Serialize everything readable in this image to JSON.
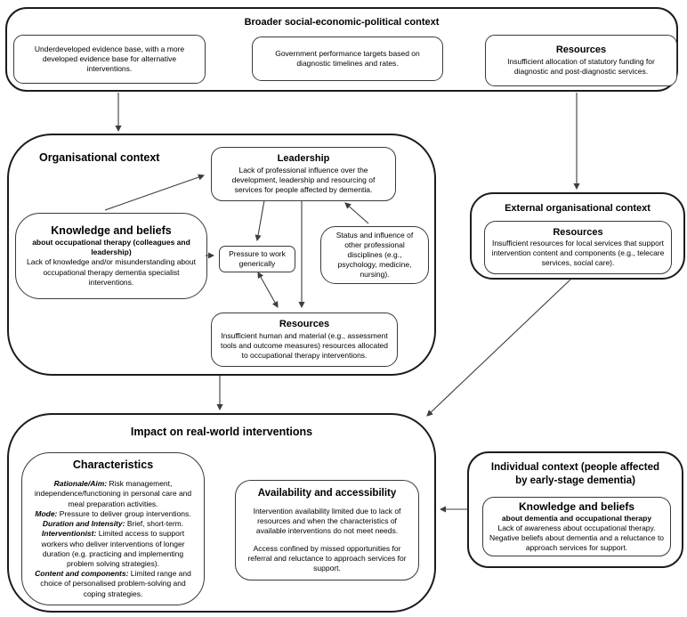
{
  "diagram": {
    "colors": {
      "border_dark": "#1c1c1c",
      "border_light": "#3a3a3a",
      "line": "#3d3d3d",
      "background": "#ffffff",
      "text": "#000000"
    },
    "broader": {
      "title": "Broader social-economic-political context",
      "evidence_box": "Underdeveloped evidence base, with a more developed evidence base for alternative interventions.",
      "targets_box": "Government performance targets based on diagnostic timelines and rates.",
      "resources_box": {
        "title": "Resources",
        "text": "Insufficient allocation of statutory funding for diagnostic and post-diagnostic services."
      }
    },
    "organisational": {
      "title": "Organisational context",
      "leadership": {
        "title": "Leadership",
        "text": "Lack of professional influence over the development, leadership and resourcing of services for people affected by dementia."
      },
      "knowledge": {
        "title": "Knowledge and beliefs",
        "subtitle": "about occupational therapy (colleagues and leadership)",
        "text": "Lack of knowledge and/or misunderstanding about occupational therapy dementia specialist interventions."
      },
      "pressure": {
        "text": "Pressure to work generically"
      },
      "status": {
        "text": "Status and influence of other professional disciplines (e.g., psychology, medicine, nursing)."
      },
      "resources": {
        "title": "Resources",
        "text": "Insufficient human and material (e.g., assessment tools and outcome measures) resources allocated to occupational therapy interventions."
      }
    },
    "external": {
      "title": "External organisational context",
      "resources": {
        "title": "Resources",
        "text": "Insufficient resources for local services that support intervention content and components (e.g., telecare services, social care)."
      }
    },
    "impact": {
      "title": "Impact on real-world interventions",
      "characteristics": {
        "title": "Characteristics",
        "items": [
          {
            "label": "Rationale/Aim:",
            "text": " Risk management, independence/functioning in personal care and meal preparation activities."
          },
          {
            "label": "Mode:",
            "text": " Pressure to deliver group interventions."
          },
          {
            "label": "Duration and Intensity:",
            "text": " Brief, short-term."
          },
          {
            "label": "Interventionist:",
            "text": " Limited access to support workers who deliver interventions of longer duration (e.g. practicing and implementing problem solving strategies)."
          },
          {
            "label": "Content and components:",
            "text": " Limited range and choice of personalised problem-solving and coping strategies."
          }
        ]
      },
      "availability": {
        "title": "Availability and accessibility",
        "para1": "Intervention availability limited due to lack of resources and when the characteristics of available interventions do not meet needs.",
        "para2": "Access confined by missed opportunities for referral and reluctance to approach services for support."
      }
    },
    "individual": {
      "title": "Individual context (people affected by early-stage dementia)",
      "knowledge": {
        "title": "Knowledge and beliefs",
        "subtitle": "about dementia and occupational therapy",
        "text": "Lack of awareness about occupational therapy. Negative beliefs about dementia and a reluctance to approach services for support."
      }
    }
  }
}
